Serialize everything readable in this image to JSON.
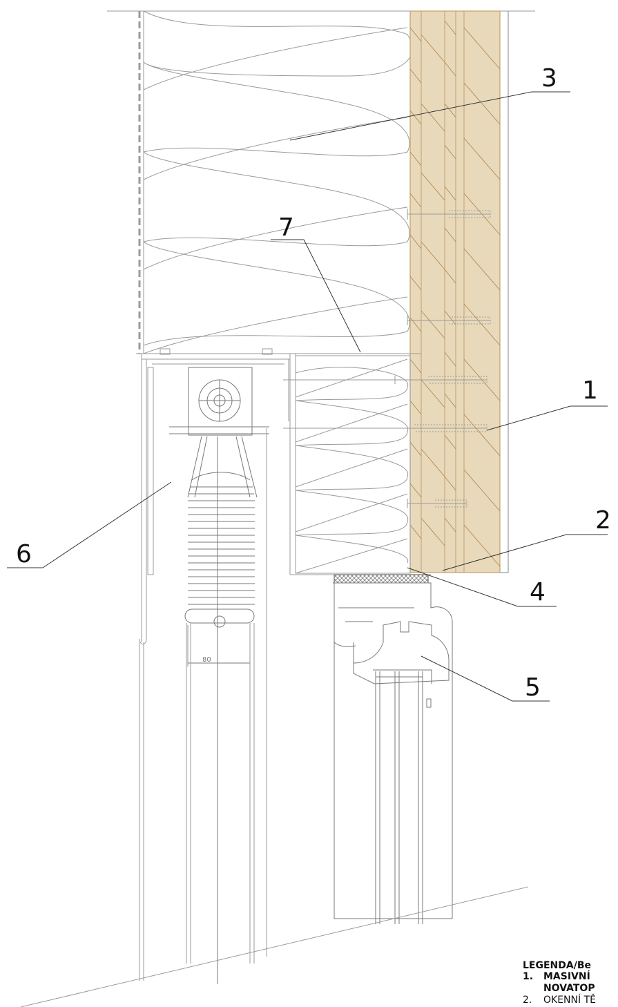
{
  "colors": {
    "line": "#9a9a9a",
    "dark_line": "#555555",
    "wood": "#e8d9bb",
    "wood_line": "#c4a068",
    "seal": "#cfcfcf"
  },
  "callouts": [
    {
      "id": "1",
      "label": "1"
    },
    {
      "id": "2",
      "label": "2"
    },
    {
      "id": "3",
      "label": "3"
    },
    {
      "id": "4",
      "label": "4"
    },
    {
      "id": "5",
      "label": "5"
    },
    {
      "id": "6",
      "label": "6"
    },
    {
      "id": "7",
      "label": "7"
    }
  ],
  "dimension": {
    "value": "80"
  },
  "legend": {
    "title": "LEGENDA/Be",
    "items": [
      {
        "num": "1.",
        "text": "MASIVNÍ",
        "bold": true
      },
      {
        "num": "",
        "text": "NOVATOP",
        "bold": true
      },
      {
        "num": "2.",
        "text": "OKENNÍ TĚ",
        "bold": false
      }
    ]
  }
}
